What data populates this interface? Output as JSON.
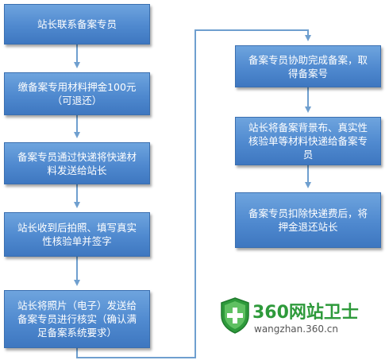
{
  "flowchart": {
    "left_column": [
      {
        "id": "step1",
        "text": "站长联系备案专员"
      },
      {
        "id": "step2",
        "text": "缴备案专用材料押金100元（可退还）"
      },
      {
        "id": "step3",
        "text": "备案专员通过快递将快递材料发送给站长"
      },
      {
        "id": "step4",
        "text": "站长收到后拍照、填写真实性核验单并签字"
      },
      {
        "id": "step5",
        "text": "站长将照片（电子）发送给备案专员进行核实（确认满足备案系统要求）"
      }
    ],
    "right_column": [
      {
        "id": "step6",
        "text": "备案专员协助完成备案，取得备案号"
      },
      {
        "id": "step7",
        "text": "站长将备案背景布、真实性核验单等材料快递给备案专员"
      },
      {
        "id": "step8",
        "text": "备案专员扣除快递费后，将押金退还站长"
      }
    ]
  },
  "logo": {
    "name": "360网站卫士",
    "url": "wangzhan.360.cn",
    "brand_color": "#2e9a3b",
    "icon": "shield-plus-icon"
  },
  "colors": {
    "box_fill": "#4f89cf",
    "connector": "#6f9fcf"
  }
}
